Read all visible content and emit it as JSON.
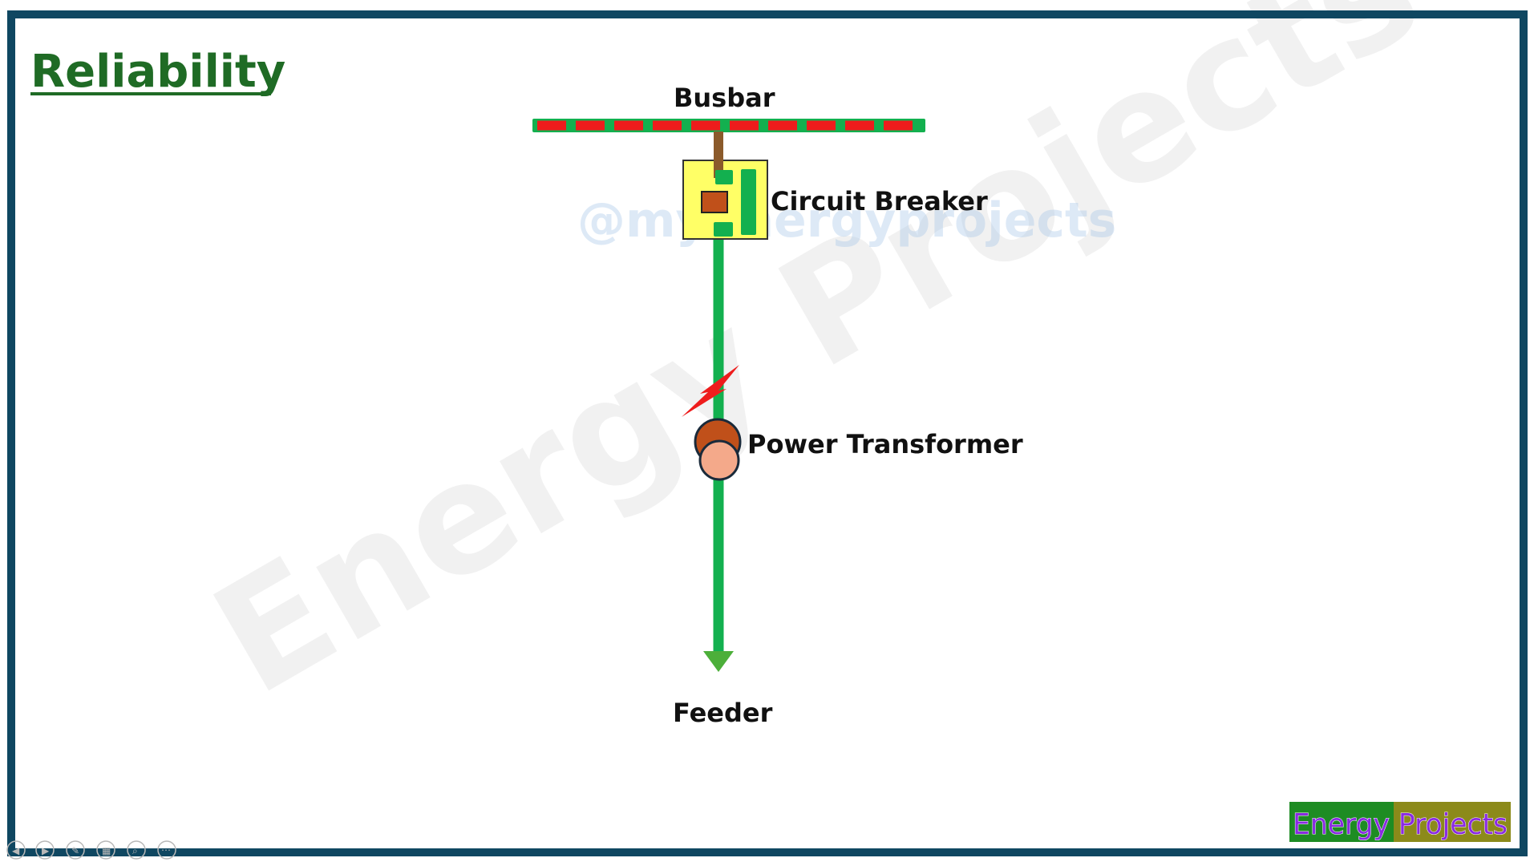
{
  "slide": {
    "title": "Reliability",
    "title_color": "#1f6b25",
    "frame_color": "#0f4761"
  },
  "diagram": {
    "busbar_label": "Busbar",
    "breaker_label": "Circuit Breaker",
    "transformer_label": "Power Transformer",
    "feeder_label": "Feeder",
    "colors": {
      "line_green": "#13b04f",
      "busbar_red": "#ee1c1c",
      "breaker_fill": "#ffff66",
      "breaker_contact": "#c0501a",
      "link_brown": "#8b5a2b",
      "transformer_primary": "#c0501a",
      "transformer_secondary": "#f4a98a",
      "fault": "#ee1c1c",
      "arrow": "#4caf3a"
    }
  },
  "watermark": {
    "main": "Energy Projects",
    "handle": "@myenergyprojects"
  },
  "brand": {
    "text": "Energy Projects"
  }
}
